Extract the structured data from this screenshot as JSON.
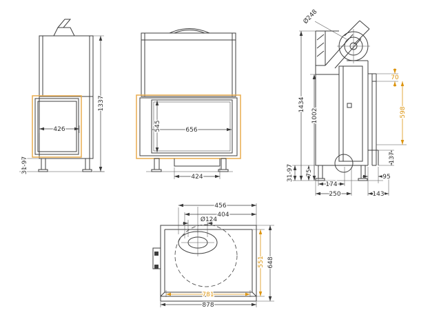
{
  "drawing": {
    "colors": {
      "line": "#3d3d3d",
      "accent_frame": "#E8AC4E",
      "accent_dimension": "#DC940F",
      "background": "#ffffff"
    },
    "views": {
      "side_left": {
        "dims": {
          "depth_door": "426",
          "height_total": "1337",
          "leg_adjust": "31-97"
        }
      },
      "front": {
        "dims": {
          "glass_height": "545",
          "glass_width": "656",
          "base_width": "424"
        }
      },
      "side_right": {
        "dims": {
          "flue_diameter": "Ø248",
          "height_total": "1434",
          "height_firebox": "1002",
          "rear_gap_top": "70",
          "rear_shield_height": "598",
          "rear_outlet_height": "137",
          "rear_outlet_depth": "95",
          "leg_height": "75",
          "depth_front": "174",
          "depth_mid": "250",
          "depth_rear": "143",
          "leg_adjust": "31-97"
        }
      },
      "top": {
        "dims": {
          "flue_center": "456",
          "flue_inner": "404",
          "flue_hole_dia": "Ø124",
          "depth_inner": "551",
          "depth_total": "648",
          "width_inner": "781",
          "width_total": "878"
        }
      }
    }
  }
}
